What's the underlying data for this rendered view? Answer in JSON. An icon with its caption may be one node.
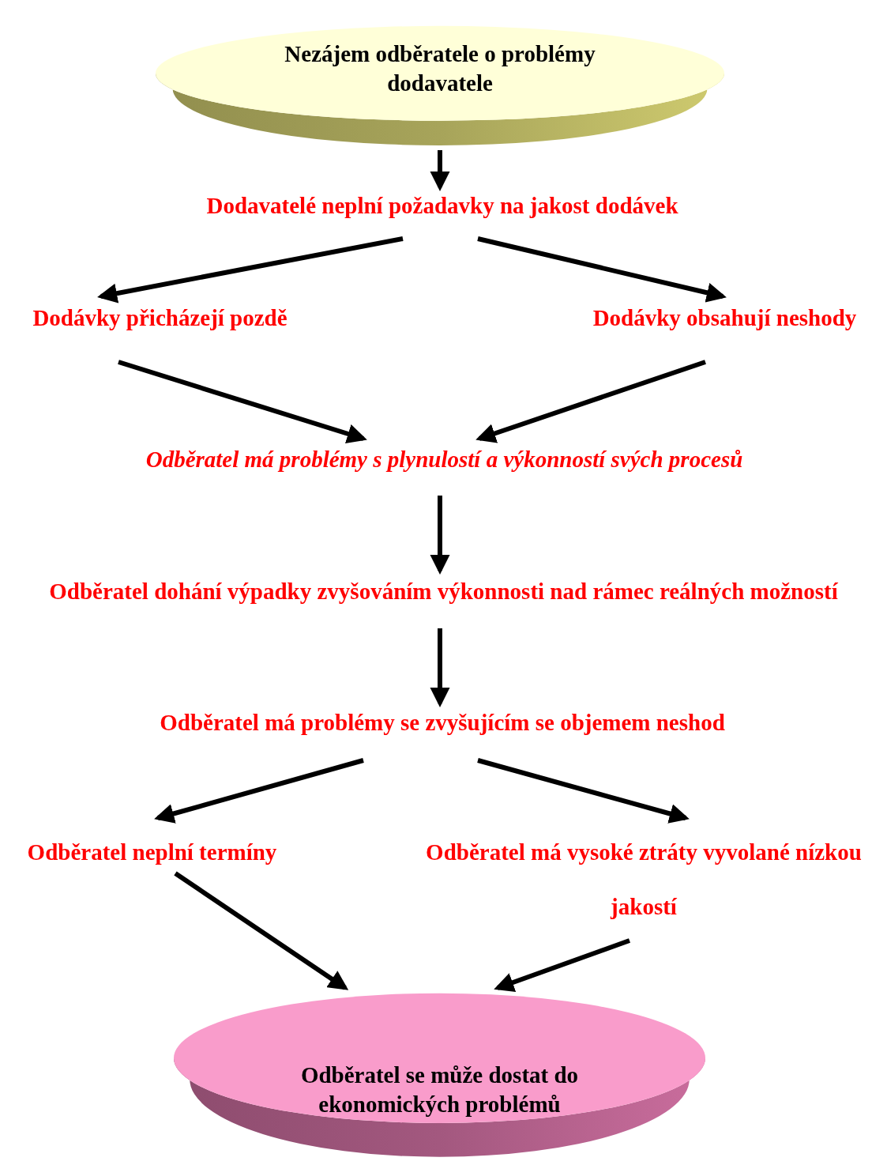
{
  "diagram": {
    "nodes": [
      {
        "text": [
          "Nezájem odběratele o problémy dodavatele"
        ]
      },
      {
        "text": [
          "Dodavatelé neplní požadavky na jakost dodávek"
        ]
      },
      {
        "text": [
          "Dodávky přicházejí pozdě"
        ]
      },
      {
        "text": [
          "Dodávky obsahují neshody"
        ]
      },
      {
        "text": [
          "Odběratel má problémy s plynulostí a výkonností svých procesů"
        ]
      },
      {
        "text": [
          "Odběratel dohání výpadky zvyšováním výkonnosti nad rámec reálných možností"
        ]
      },
      {
        "text": [
          "Odběratel má problémy se zvyšujícím se objemem neshod"
        ]
      },
      {
        "text": [
          "Odběratel neplní termíny"
        ]
      },
      {
        "text": [
          "Odběratel má vysoké ztráty vyvolané nízkou jakostí"
        ]
      },
      {
        "text": [
          "Odběratel se může dostat do ekonomických problémů"
        ]
      }
    ],
    "edges": [
      {
        "from": 0,
        "to": 1,
        "arrow": "to"
      },
      {
        "from": 1,
        "to": 2,
        "arrow": "to"
      },
      {
        "from": 1,
        "to": 3,
        "arrow": "to"
      },
      {
        "from": 2,
        "to": 4,
        "arrow": "to"
      },
      {
        "from": 3,
        "to": 4,
        "arrow": "to"
      },
      {
        "from": 4,
        "to": 5,
        "arrow": "to"
      },
      {
        "from": 5,
        "to": 6,
        "arrow": "to"
      },
      {
        "from": 6,
        "to": 7,
        "arrow": "to"
      },
      {
        "from": 6,
        "to": 8,
        "arrow": "to"
      },
      {
        "from": 7,
        "to": 9,
        "arrow": "to"
      },
      {
        "from": 8,
        "to": 9,
        "arrow": "to"
      }
    ]
  }
}
